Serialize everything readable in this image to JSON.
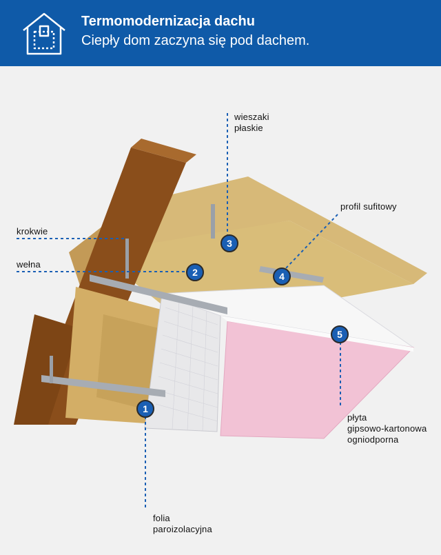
{
  "header": {
    "title": "Termomodernizacja dachu",
    "subtitle": "Ciepły dom zaczyna się pod dachem.",
    "icon": "house-outline-icon"
  },
  "colors": {
    "brand_blue": "#0f5aa8",
    "leader_line": "#1a5fb4",
    "background": "#f1f1f1",
    "wood": "#9a5a22",
    "wool": "#d8b36a",
    "drywall_pink": "#f1bfd3"
  },
  "callouts": [
    {
      "number": "1",
      "label": "folia\nparoizolacyjna"
    },
    {
      "number": "2",
      "label": "wełna"
    },
    {
      "number": "3",
      "label": "wieszaki\npłaskie"
    },
    {
      "number": "4",
      "label": "profil sufitowy"
    },
    {
      "number": "5",
      "label": "płyta\ngipsowo-kartonowa\nogniodporna"
    }
  ],
  "extra_labels": {
    "rafters": "krokwie"
  }
}
